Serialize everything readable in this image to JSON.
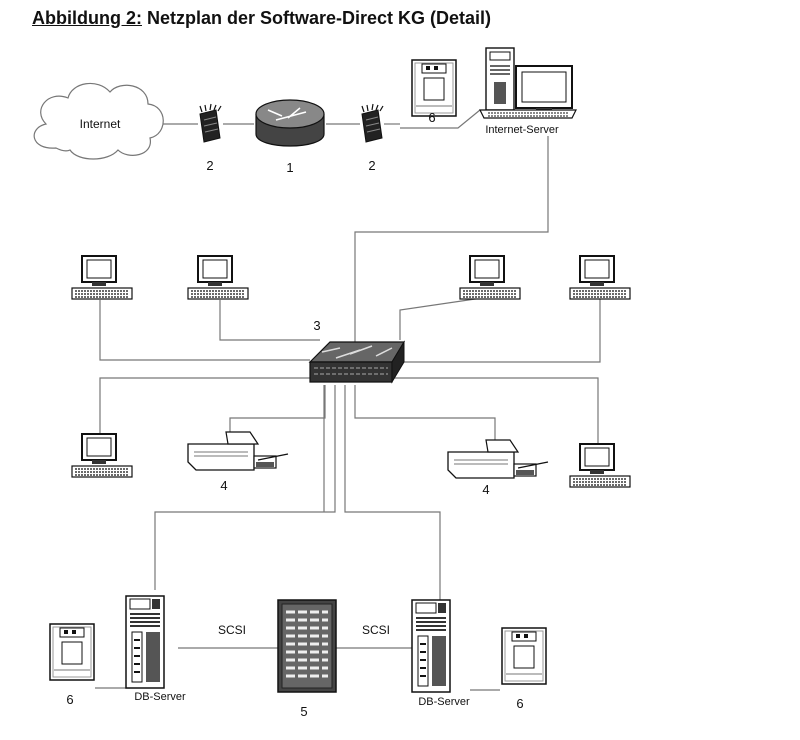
{
  "title": {
    "prefix": "Abbildung 2:",
    "text": " Netzplan der Software-Direct KG (Detail)"
  },
  "labels": {
    "internet": "Internet",
    "internet_server": "Internet-Server",
    "db_server": "DB-Server",
    "scsi": "SCSI",
    "n1": "1",
    "n2": "2",
    "n3": "3",
    "n4": "4",
    "n5": "5",
    "n6": "6"
  }
}
